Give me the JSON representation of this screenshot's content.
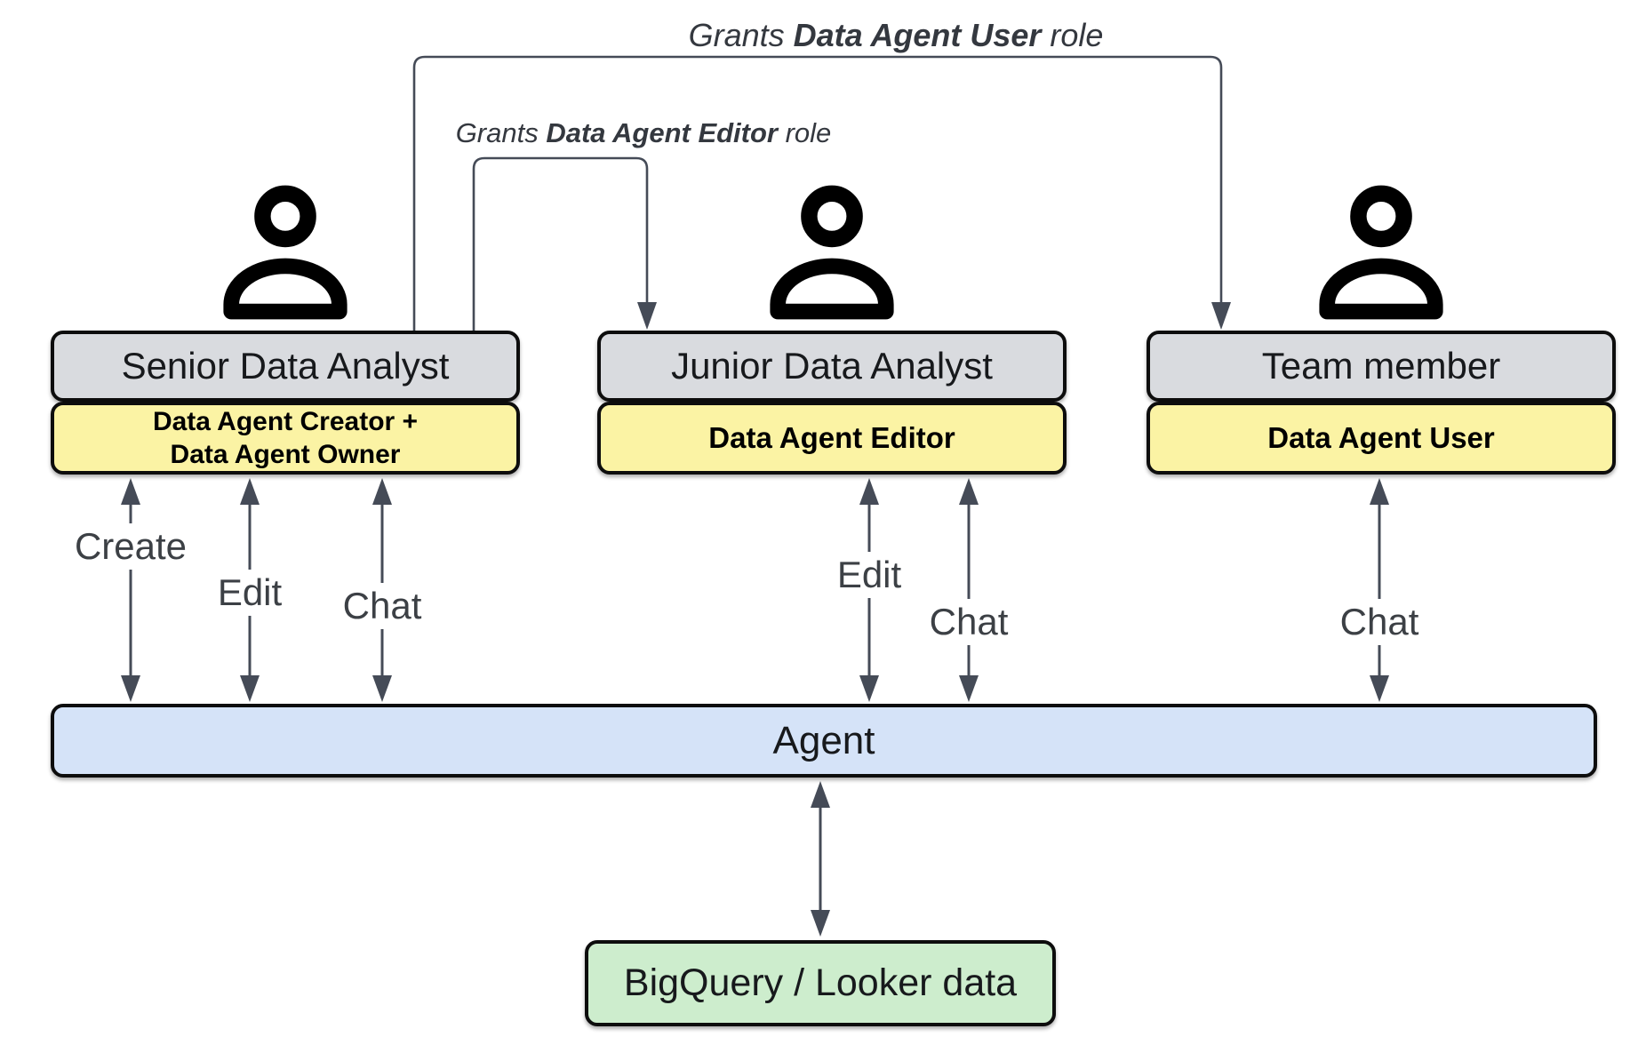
{
  "diagram": {
    "annotations": {
      "grant_user": {
        "prefix": "Grants ",
        "bold": "Data Agent User",
        "suffix": " role"
      },
      "grant_editor": {
        "prefix": "Grants ",
        "bold": "Data Agent Editor",
        "suffix": " role"
      }
    },
    "actors": [
      {
        "icon": "person-icon",
        "title": "Senior Data Analyst",
        "role_line1": "Data Agent Creator +",
        "role_line2": "Data Agent Owner"
      },
      {
        "icon": "person-icon",
        "title": "Junior Data Analyst",
        "role": "Data Agent Editor"
      },
      {
        "icon": "person-icon",
        "title": "Team member",
        "role": "Data Agent User"
      }
    ],
    "actions": {
      "senior_create": "Create",
      "senior_edit": "Edit",
      "senior_chat": "Chat",
      "junior_edit": "Edit",
      "junior_chat": "Chat",
      "team_chat": "Chat"
    },
    "agent": {
      "label": "Agent"
    },
    "datasource": {
      "label": "BigQuery / Looker data"
    },
    "colors": {
      "actor_title_fill": "#d9dbdf",
      "role_fill": "#fbf3a4",
      "agent_fill": "#d5e3f8",
      "datasource_fill": "#cdedcd",
      "connector": "#454b57",
      "border": "#0d0d0d",
      "label_text": "#3c4045"
    }
  }
}
